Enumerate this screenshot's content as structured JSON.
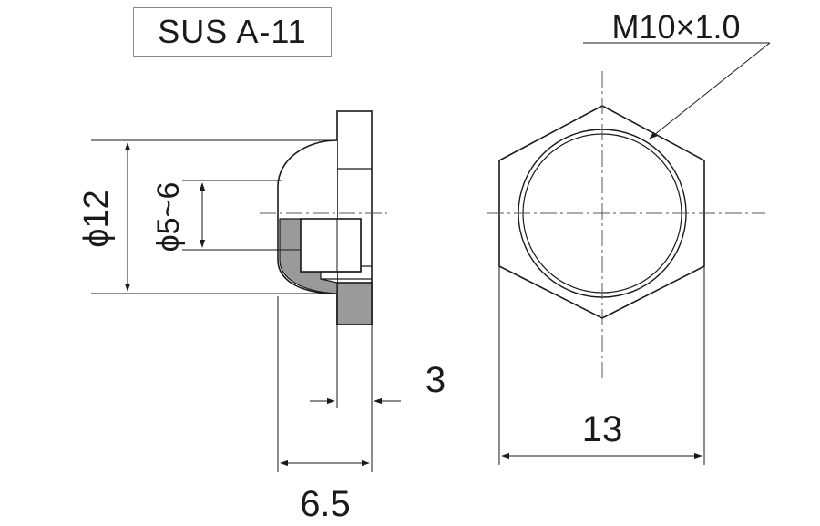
{
  "material_label": "SUS A-11",
  "dimensions": {
    "thread": "M10×1.0",
    "outer_diameter": "ϕ12",
    "inner_diameter": "ϕ5~6",
    "flange_thickness": "3",
    "total_length": "6.5",
    "hex_width": "13"
  },
  "colors": {
    "line": "#1a1a1a",
    "section_fill": "#9a9a9a",
    "center_line": "#555555"
  }
}
